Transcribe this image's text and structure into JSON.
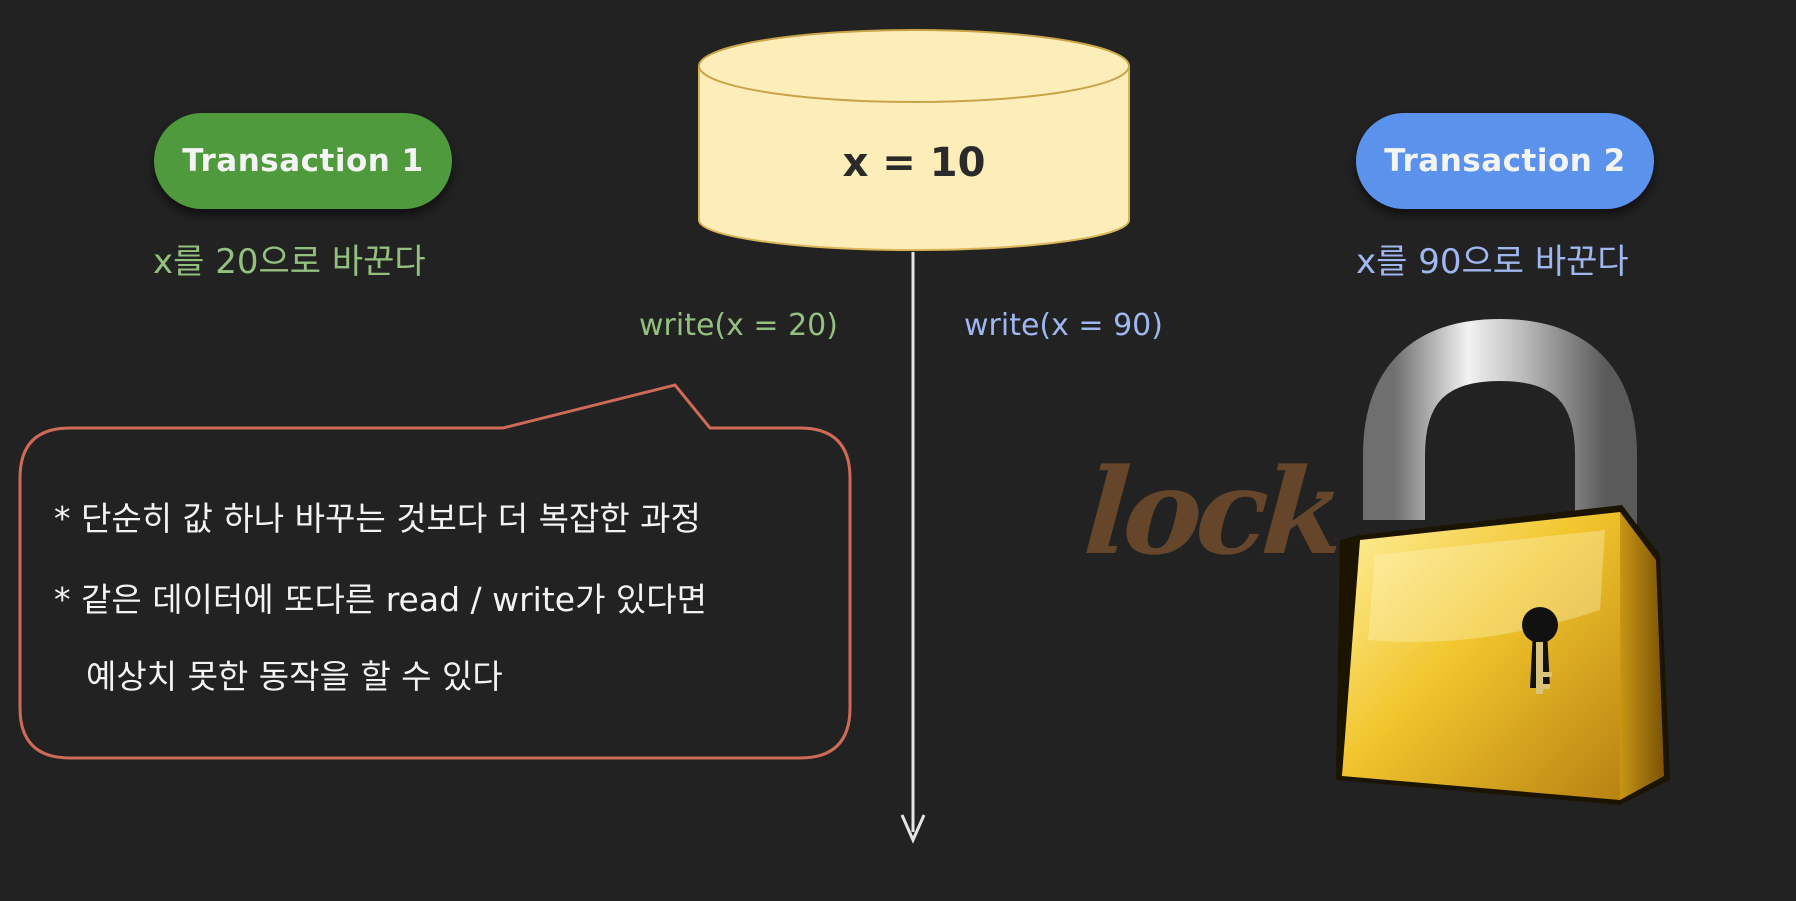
{
  "database": {
    "value_label": "x = 10"
  },
  "transaction1": {
    "label": "Transaction 1",
    "description": "x를 20으로 바꾼다",
    "write_op": "write(x = 20)"
  },
  "transaction2": {
    "label": "Transaction 2",
    "description": "x를 90으로 바꾼다",
    "write_op": "write(x = 90)"
  },
  "note": {
    "line1": "* 단순히 값 하나 바꾸는 것보다 더 복잡한 과정",
    "line2": "* 같은 데이터에 또다른 read / write가 있다면",
    "line3": "예상치 못한 동작을 할 수 있다"
  },
  "annotation": {
    "handwritten": "lock"
  },
  "colors": {
    "background": "#222222",
    "transaction1": "#4f9a3d",
    "transaction2": "#5b93ec",
    "database_fill": "#fdeeb9",
    "bubble_border": "#d06a58",
    "lock_body": "#e8b820"
  },
  "icons": [
    "database-cylinder-icon",
    "padlock-icon",
    "timeline-arrow-icon"
  ]
}
